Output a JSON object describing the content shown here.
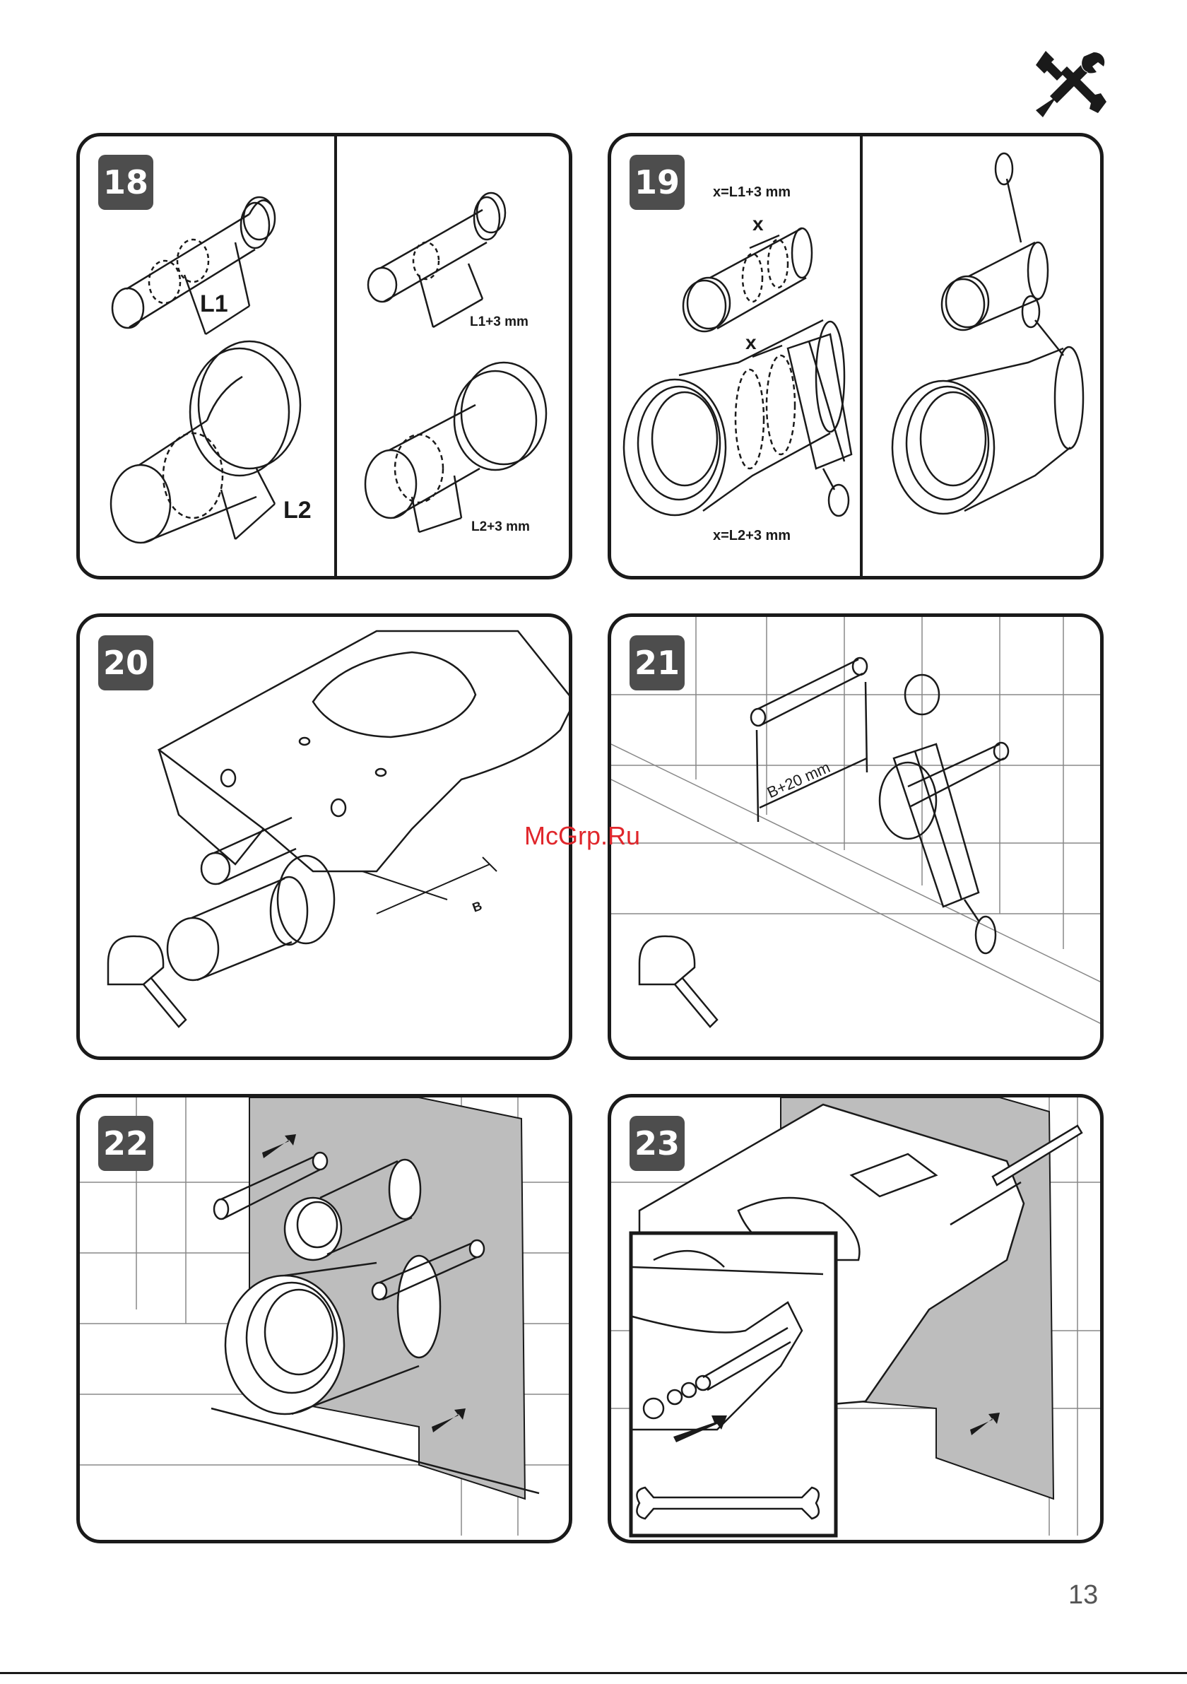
{
  "page": {
    "number": "13",
    "watermark": "McGrp.Ru"
  },
  "header": {
    "icon": "tools-icon"
  },
  "steps": {
    "s18": {
      "number": "18",
      "label_l1": "L1",
      "label_l2": "L2",
      "label_l1mm": "L1+3 mm",
      "label_l2mm": "L2+3 mm"
    },
    "s19": {
      "number": "19",
      "formula_top": "x=L1+3 mm",
      "formula_bottom": "x=L2+3 mm",
      "mark_x1": "x",
      "mark_x2": "x"
    },
    "s20": {
      "number": "20",
      "label_b": "B"
    },
    "s21": {
      "number": "21",
      "label_b20": "B+20 mm"
    },
    "s22": {
      "number": "22"
    },
    "s23": {
      "number": "23"
    }
  }
}
